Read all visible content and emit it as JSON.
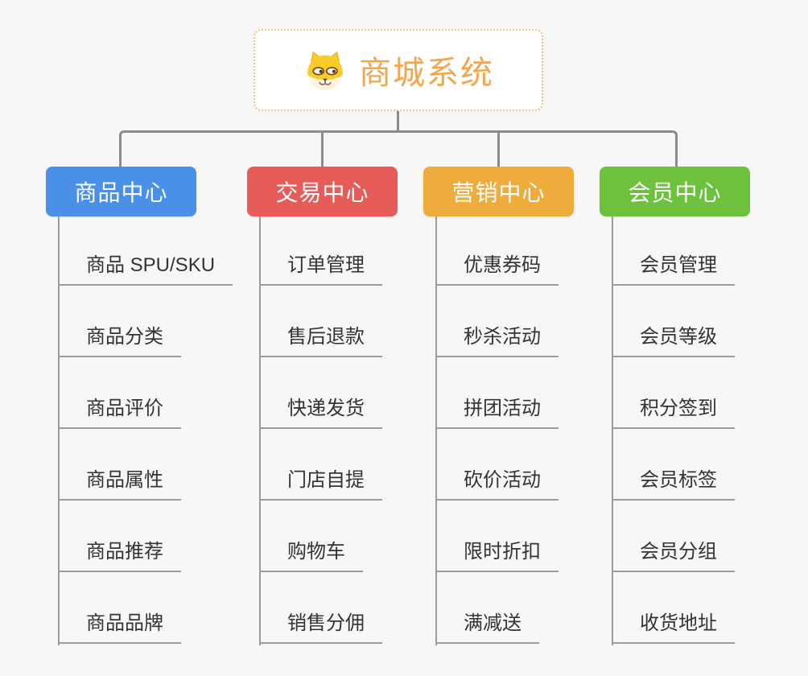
{
  "canvas": {
    "background_color": "#f7f7f7",
    "connector_color": "#8c8c8c",
    "sub_line_color": "#9c9c9c",
    "sub_text_color": "#333333"
  },
  "root": {
    "title": "商城系统",
    "icon": "dog-face-icon",
    "title_color": "#f1a64f",
    "border_color": "#f0c285"
  },
  "branches": [
    {
      "label": "商品中心",
      "color": "#4a90e8",
      "items": [
        "商品 SPU/SKU",
        "商品分类",
        "商品评价",
        "商品属性",
        "商品推荐",
        "商品品牌"
      ]
    },
    {
      "label": "交易中心",
      "color": "#e65c59",
      "items": [
        "订单管理",
        "售后退款",
        "快递发货",
        "门店自提",
        "购物车",
        "销售分佣"
      ]
    },
    {
      "label": "营销中心",
      "color": "#eeac3d",
      "items": [
        "优惠券码",
        "秒杀活动",
        "拼团活动",
        "砍价活动",
        "限时折扣",
        "满减送"
      ]
    },
    {
      "label": "会员中心",
      "color": "#6cc23d",
      "items": [
        "会员管理",
        "会员等级",
        "积分签到",
        "会员标签",
        "会员分组",
        "收货地址"
      ]
    }
  ]
}
